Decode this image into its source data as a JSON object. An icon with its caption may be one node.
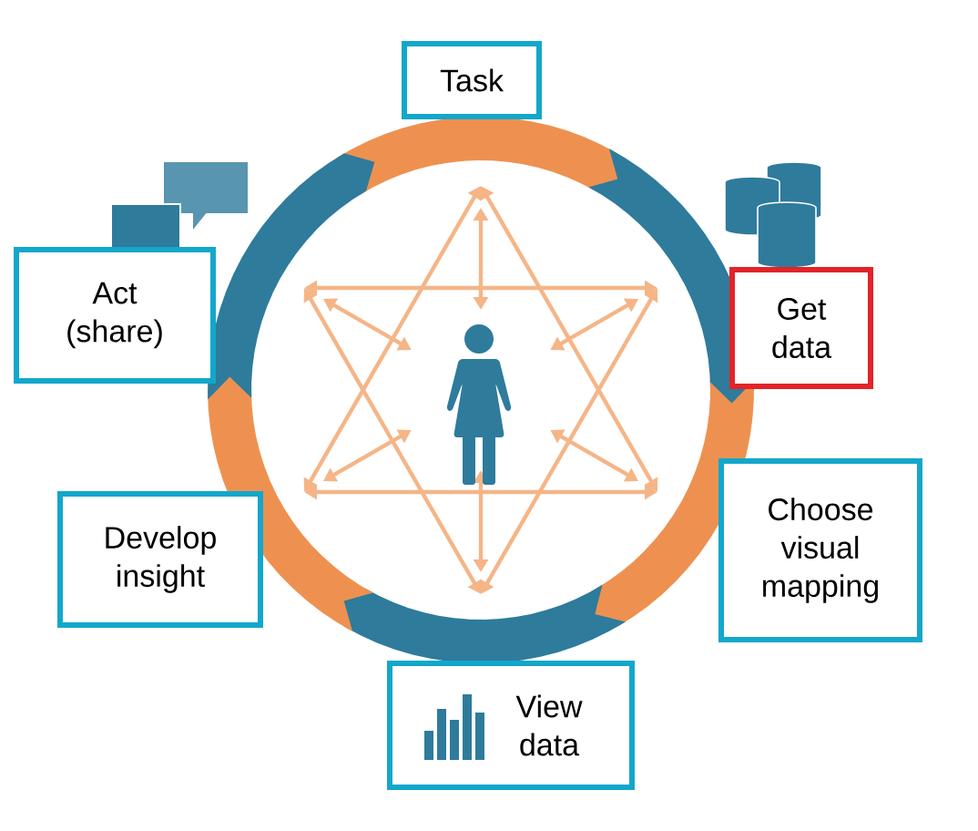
{
  "diagram": {
    "nodes": [
      {
        "text": [
          "Task"
        ]
      },
      {
        "text": [
          "Get data"
        ]
      },
      {
        "text": [
          "Choose visual mapping"
        ]
      },
      {
        "text": [
          "View data"
        ]
      },
      {
        "text": [
          "Develop insight"
        ]
      },
      {
        "text": [
          "Act (share)"
        ]
      }
    ]
  }
}
